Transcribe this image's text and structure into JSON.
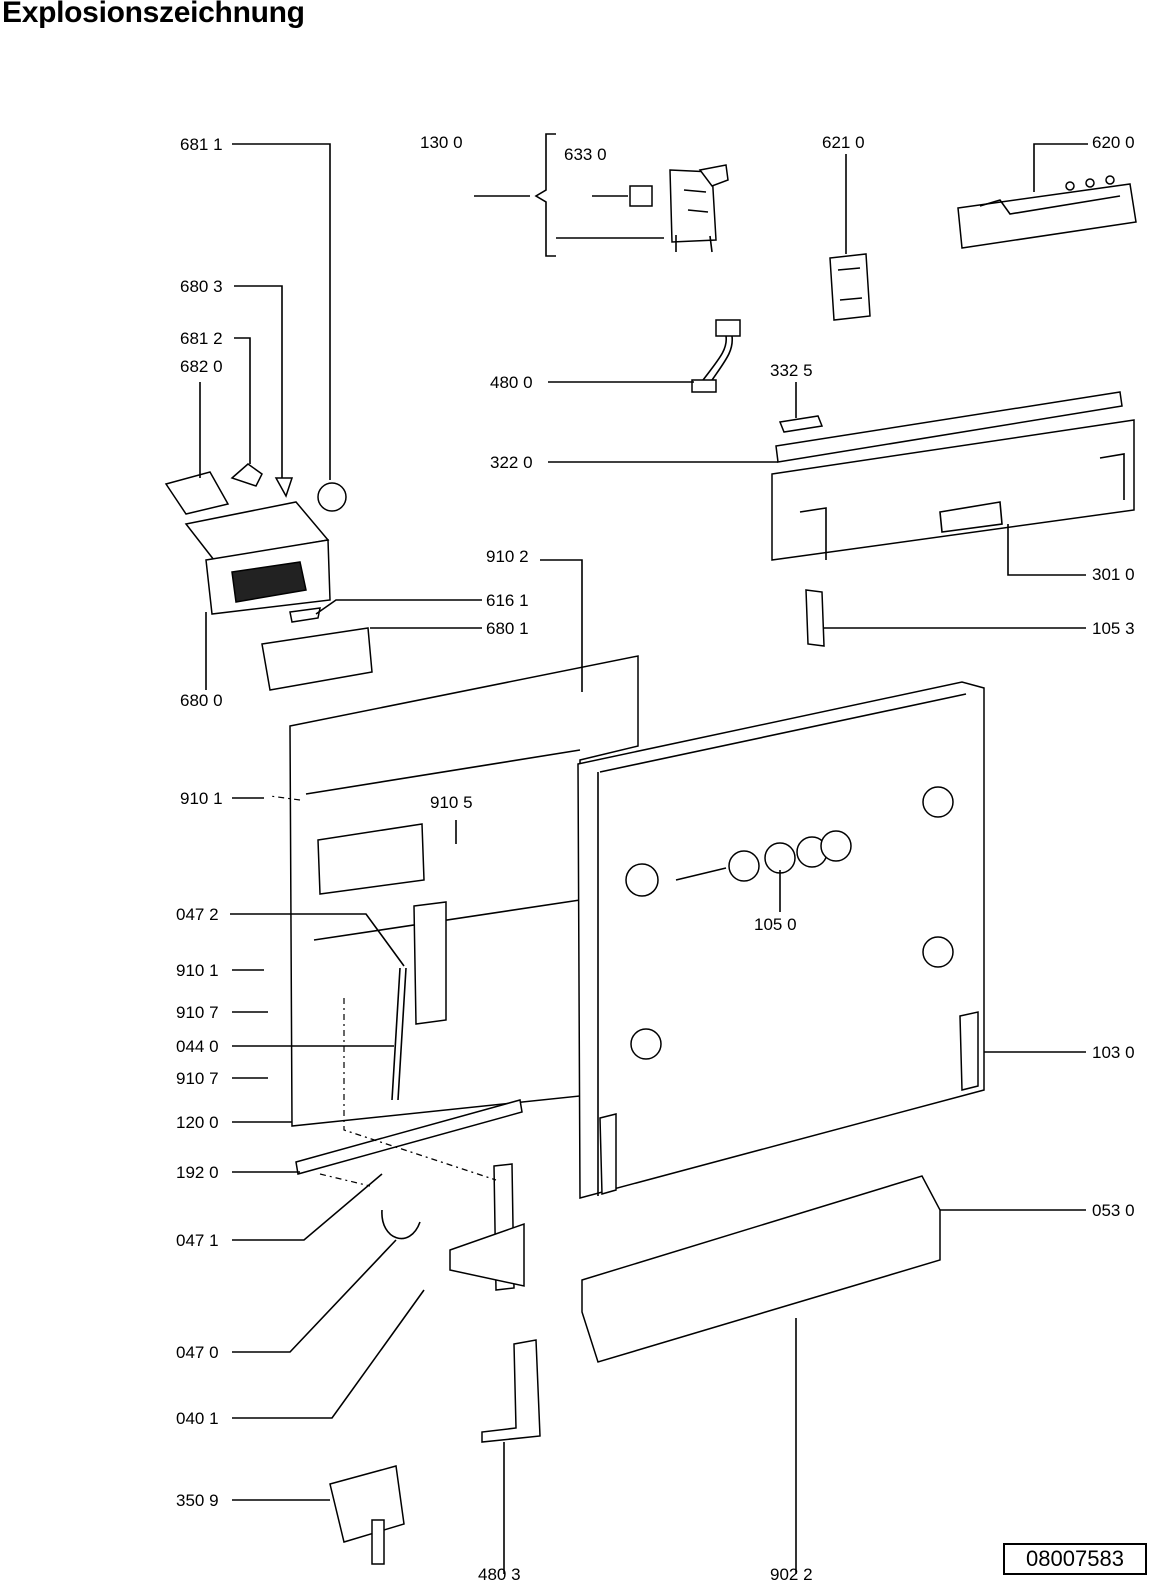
{
  "title": "Explosionszeichnung",
  "document_number": "08007583",
  "labels": {
    "p6811": "681 1",
    "p1300": "130 0",
    "p6330": "633 0",
    "p6210": "621 0",
    "p6200": "620 0",
    "p6803": "680 3",
    "p6812": "681 2",
    "p6820": "682 0",
    "p4800": "480 0",
    "p3325": "332 5",
    "p3220": "322 0",
    "p9102": "910 2",
    "p3010": "301 0",
    "p6161": "616 1",
    "p6801": "680 1",
    "p1053": "105 3",
    "p6800": "680 0",
    "p9101a": "910 1",
    "p9105": "910 5",
    "p0472": "047 2",
    "p1050": "105 0",
    "p9101b": "910 1",
    "p9107a": "910 7",
    "p0440": "044 0",
    "p1030": "103 0",
    "p9107b": "910 7",
    "p1200": "120 0",
    "p1920": "192 0",
    "p0530": "053 0",
    "p0471": "047 1",
    "p0470": "047 0",
    "p0401": "040 1",
    "p3509": "350 9",
    "p4803": "480 3",
    "p9022": "902 2"
  }
}
